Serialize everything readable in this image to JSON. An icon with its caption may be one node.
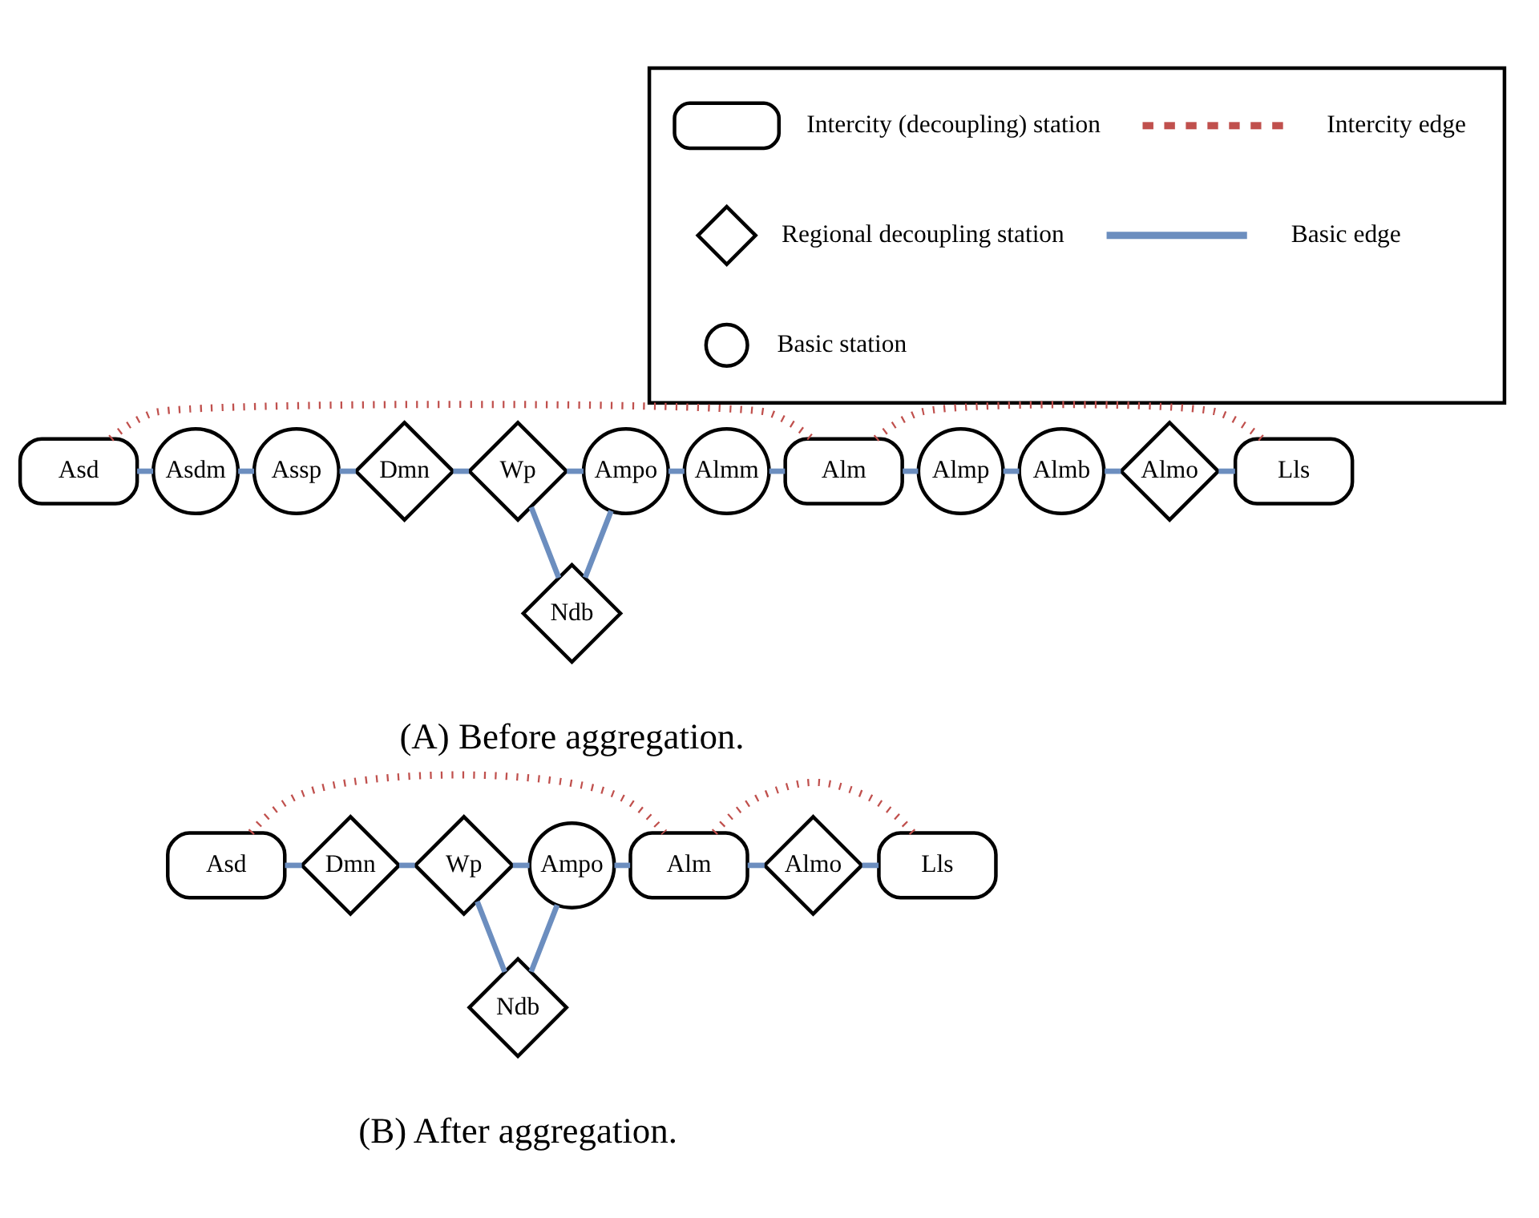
{
  "diagram": {
    "nodes": [
      {
        "text": [
          "Asd"
        ]
      },
      {
        "text": [
          "Asdm"
        ]
      },
      {
        "text": [
          "Assp"
        ]
      },
      {
        "text": [
          "Dmn"
        ]
      },
      {
        "text": [
          "Wp"
        ]
      },
      {
        "text": [
          "Ampo"
        ]
      },
      {
        "text": [
          "Almm"
        ]
      },
      {
        "text": [
          "Alm"
        ]
      },
      {
        "text": [
          "Almp"
        ]
      },
      {
        "text": [
          "Almb"
        ]
      },
      {
        "text": [
          "Almo"
        ]
      },
      {
        "text": [
          "Lls"
        ]
      },
      {
        "text": [
          "Ndb"
        ]
      },
      {
        "text": [
          "Asd"
        ]
      },
      {
        "text": [
          "Dmn"
        ]
      },
      {
        "text": [
          "Wp"
        ]
      },
      {
        "text": [
          "Ampo"
        ]
      },
      {
        "text": [
          "Alm"
        ]
      },
      {
        "text": [
          "Almo"
        ]
      },
      {
        "text": [
          "Lls"
        ]
      },
      {
        "text": [
          "Ndb"
        ]
      },
      {
        "text": [],
        "shape": "box"
      },
      {
        "text": [],
        "shape": "box",
        "in": 21
      },
      {
        "text": [],
        "shape": "diamond",
        "in": 21
      },
      {
        "text": [],
        "shape": "circle",
        "in": 21
      }
    ],
    "edges": [
      {
        "from": 0,
        "to": 7,
        "arrow": "none",
        "style": "dashed",
        "color": "#c0504d"
      },
      {
        "from": 7,
        "to": 11,
        "arrow": "none",
        "style": "dashed",
        "color": "#c0504d"
      },
      {
        "from": 0,
        "to": 1,
        "arrow": "none"
      },
      {
        "from": 1,
        "to": 2,
        "arrow": "none"
      },
      {
        "from": 2,
        "to": 3,
        "arrow": "none"
      },
      {
        "from": 3,
        "to": 4,
        "arrow": "none"
      },
      {
        "from": 4,
        "to": 5,
        "arrow": "none"
      },
      {
        "from": 5,
        "to": 6,
        "arrow": "none"
      },
      {
        "from": 6,
        "to": 7,
        "arrow": "none"
      },
      {
        "from": 7,
        "to": 8,
        "arrow": "none"
      },
      {
        "from": 8,
        "to": 9,
        "arrow": "none"
      },
      {
        "from": 9,
        "to": 10,
        "arrow": "none"
      },
      {
        "from": 10,
        "to": 11,
        "arrow": "none"
      },
      {
        "from": 4,
        "to": 12,
        "arrow": "none"
      },
      {
        "from": 5,
        "to": 12,
        "arrow": "none"
      },
      {
        "from": 13,
        "to": 17,
        "arrow": "none",
        "style": "dashed",
        "color": "#c0504d"
      },
      {
        "from": 17,
        "to": 19,
        "arrow": "none",
        "style": "dashed",
        "color": "#c0504d"
      },
      {
        "from": 13,
        "to": 14,
        "arrow": "none"
      },
      {
        "from": 14,
        "to": 15,
        "arrow": "none"
      },
      {
        "from": 15,
        "to": 16,
        "arrow": "none"
      },
      {
        "from": 16,
        "to": 17,
        "arrow": "none"
      },
      {
        "from": 17,
        "to": 18,
        "arrow": "none"
      },
      {
        "from": 18,
        "to": 19,
        "arrow": "none"
      },
      {
        "from": 15,
        "to": 20,
        "arrow": "none"
      },
      {
        "from": 16,
        "to": 20,
        "arrow": "none"
      }
    ],
    "labels": [
      "(A) Before aggregation.",
      "(B) After aggregation."
    ],
    "legend": [
      {
        "text": "Intercity (decoupling) station"
      },
      {
        "text": "Regional decoupling station"
      },
      {
        "text": "Basic station"
      },
      {
        "text": "Intercity edge"
      },
      {
        "text": "Basic edge"
      }
    ]
  }
}
